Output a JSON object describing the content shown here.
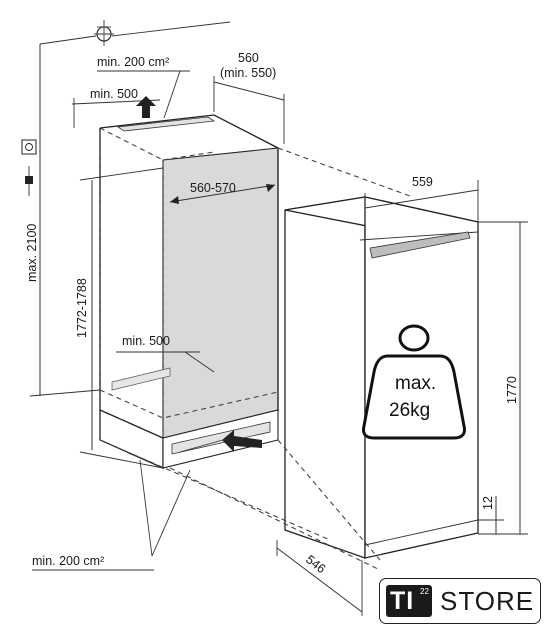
{
  "labels": {
    "air_top": "min. 200 cm²",
    "top_depth_a": "560",
    "top_depth_b": "(min. 550)",
    "top_width": "min. 500",
    "niche_width": "560-570",
    "niche_height": "1772-1788",
    "max_height": "max. 2100",
    "bottom_width": "min. 500",
    "air_bottom": "min. 200 cm²",
    "fridge_width": "559",
    "fridge_height": "1770",
    "fridge_depth": "546",
    "plinth": "12"
  },
  "weight": {
    "line1": "max.",
    "line2": "26kg"
  },
  "logo": {
    "ti": "TI",
    "num": "22",
    "store": "STORE"
  },
  "colors": {
    "niche": "#d9d9d9",
    "fridge_hinge": "#bdbdbd",
    "line": "#222222"
  },
  "icons": [
    "water-connection-icon",
    "power-socket-icon",
    "plug-icon",
    "weight-icon",
    "air-arrow-icon"
  ]
}
